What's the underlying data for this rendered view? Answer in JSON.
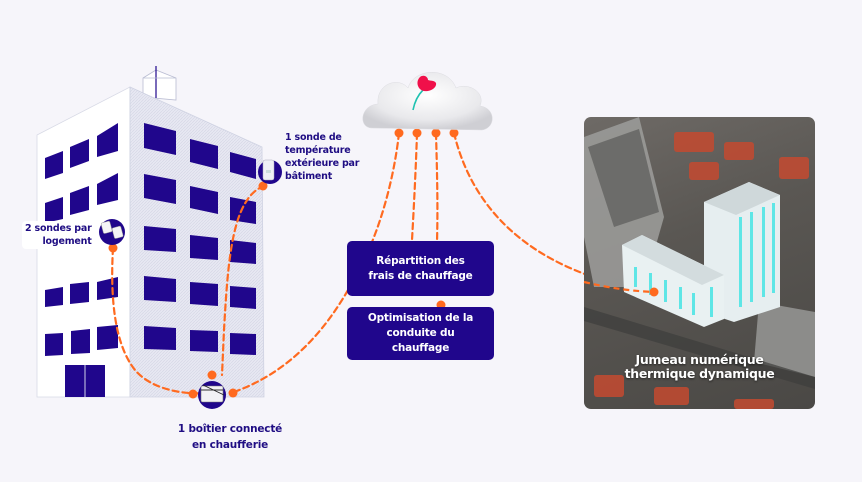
{
  "diagram": {
    "labels": {
      "sensors_per_unit": [
        "2 sondes par",
        "logement"
      ],
      "outdoor_sensor": [
        "1 sonde de",
        "température",
        "extérieure par",
        "bâtiment"
      ],
      "boiler_box": [
        "1 boîtier connecté",
        "en chaufferie"
      ]
    },
    "services": [
      {
        "lines": [
          "Répartition des",
          "frais de chauffage"
        ]
      },
      {
        "lines": [
          "Optimisation de la",
          "conduite du",
          "chauffage"
        ]
      }
    ],
    "digital_twin": {
      "caption": [
        "Jumeau numérique",
        "thermique dynamique"
      ]
    },
    "nodes": [
      "building",
      "cloud",
      "boiler-box",
      "digital-twin-photo"
    ],
    "icons": {
      "cloud": "cloud-icon",
      "flower_logo": "flower-logo-icon",
      "sensor": "sensor-device-icon",
      "outdoor_sensor": "outdoor-sensor-icon",
      "boiler_box": "gateway-box-icon"
    },
    "colors": {
      "primary": "#20068c",
      "accent_connector": "#ff6a1f",
      "background": "#f6f5fa",
      "logo_red": "#f0104a",
      "logo_teal": "#1fc2b0",
      "twin_highlight": "#5ee6e6"
    }
  }
}
